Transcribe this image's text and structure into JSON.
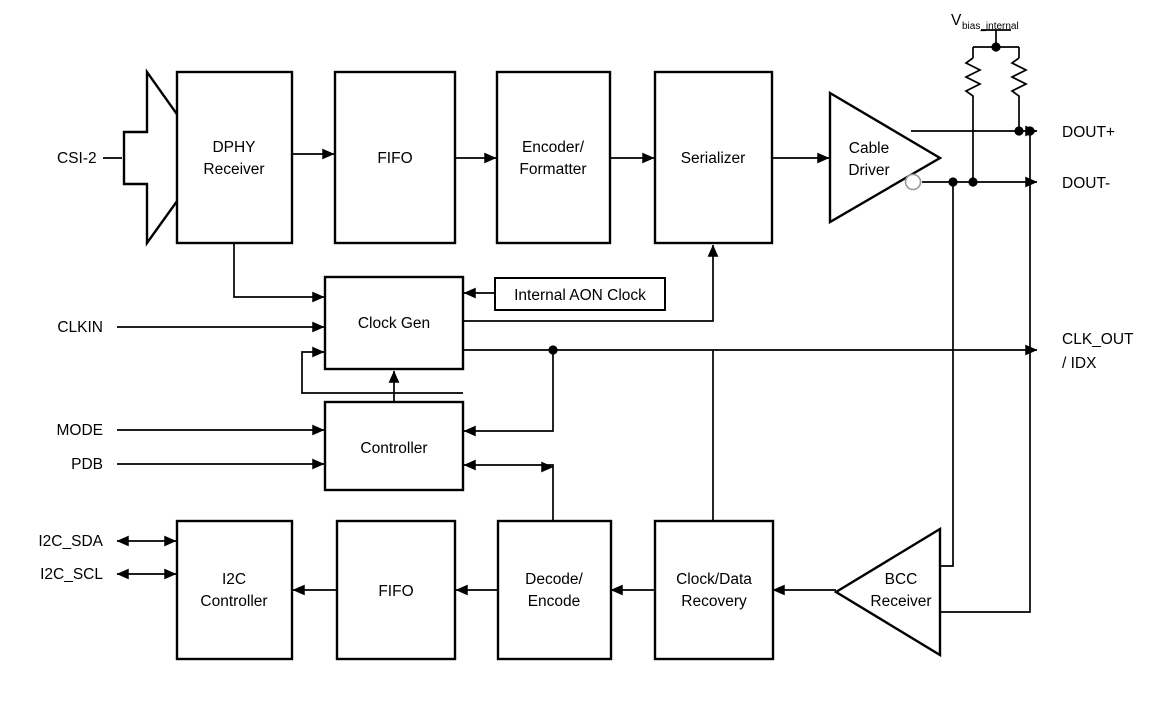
{
  "diagram": {
    "title": "Serializer block diagram",
    "colors": {
      "line": "#000000",
      "fill": "#ffffff",
      "bubble_stroke": "#9a9a9a"
    }
  },
  "blocks": {
    "dphy": {
      "line1": "DPHY",
      "line2": "Receiver"
    },
    "fifo_top": {
      "line1": "FIFO",
      "line2": ""
    },
    "encoder": {
      "line1": "Encoder/",
      "line2": "Formatter"
    },
    "serializer": {
      "line1": "Serializer",
      "line2": ""
    },
    "cable_driver": {
      "line1": "Cable",
      "line2": "Driver"
    },
    "clock_gen": {
      "line1": "Clock Gen",
      "line2": ""
    },
    "aon_clock": {
      "line1": "Internal AON Clock",
      "line2": ""
    },
    "controller": {
      "line1": "Controller",
      "line2": ""
    },
    "i2c_controller": {
      "line1": "I2C",
      "line2": "Controller"
    },
    "fifo_bottom": {
      "line1": "FIFO",
      "line2": ""
    },
    "decode": {
      "line1": "Decode/",
      "line2": "Encode"
    },
    "cdr": {
      "line1": "Clock/Data",
      "line2": "Recovery"
    },
    "bcc": {
      "line1": "BCC",
      "line2": "Receiver"
    }
  },
  "ports": {
    "csi2": "CSI-2",
    "clkin": "CLKIN",
    "mode": "MODE",
    "pdb": "PDB",
    "i2c_sda": "I2C_SDA",
    "i2c_scl": "I2C_SCL",
    "dout_p": "DOUT+",
    "dout_n": "DOUT-",
    "clk_out1": "CLK_OUT",
    "clk_out2": "/ IDX"
  },
  "supply": {
    "vbias_main": "V",
    "vbias_sub": "bias_internal"
  }
}
